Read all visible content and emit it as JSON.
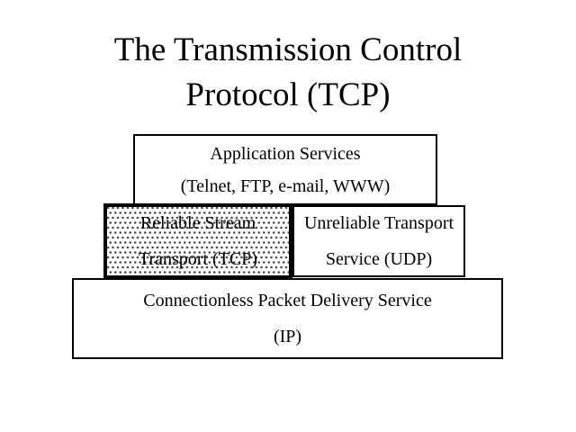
{
  "slide": {
    "title": {
      "line1": "The Transmission Control",
      "line2": "Protocol (TCP)"
    },
    "background_color": "#ffffff",
    "text_color": "#000000"
  },
  "diagram": {
    "border_color": "#000000",
    "boxes": [
      {
        "id": "application-services",
        "line1": "Application Services",
        "line2": "(Telnet, FTP, e-mail, WWW)",
        "fill": "#ffffff",
        "pattern": "none"
      },
      {
        "id": "tcp",
        "line1": "Reliable Stream",
        "line2": "Transport (TCP)",
        "fill": "#ffffff",
        "pattern": "polka-dots",
        "dot_color": "#444444",
        "border_weight": "thick"
      },
      {
        "id": "udp",
        "line1": "Unreliable Transport",
        "line2": "Service (UDP)",
        "fill": "#ffffff",
        "pattern": "none"
      },
      {
        "id": "ip",
        "line1": "Connectionless Packet Delivery Service",
        "line2": "(IP)",
        "fill": "#ffffff",
        "pattern": "none"
      }
    ]
  }
}
